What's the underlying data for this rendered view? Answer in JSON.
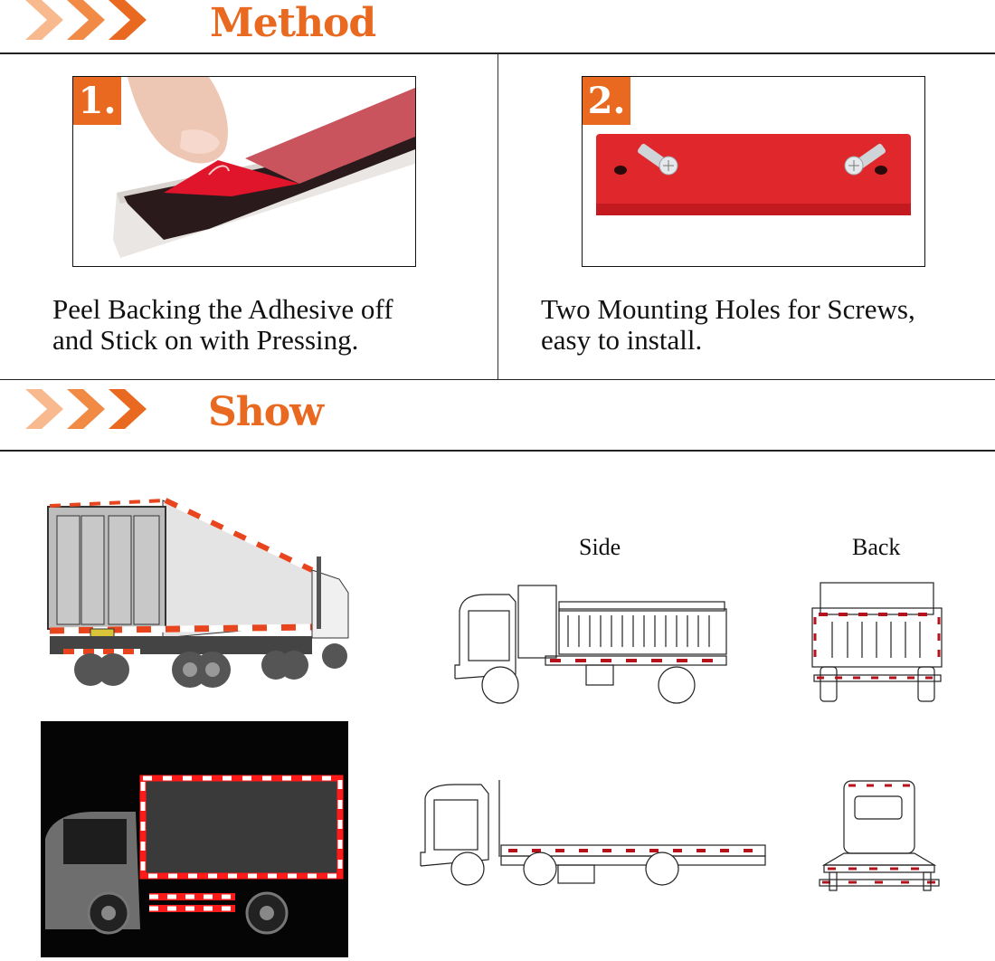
{
  "sections": {
    "method": {
      "title": "Method",
      "steps": [
        {
          "number": "1.",
          "image": "peeling-adhesive-backing-photo",
          "caption_line1": "Peel Backing the Adhesive off",
          "caption_line2": "and Stick on with Pressing."
        },
        {
          "number": "2.",
          "image": "red-reflector-with-screws-photo",
          "caption_line1": "Two Mounting Holes for Screws,",
          "caption_line2": "easy to install."
        }
      ]
    },
    "show": {
      "title": "Show",
      "views": {
        "side_label": "Side",
        "back_label": "Back"
      },
      "images": [
        "semi-trailer-with-reflectors-illustration",
        "box-truck-reflective-tape-at-night-photo",
        "dump-truck-side-diagram",
        "dump-truck-back-diagram",
        "flatbed-truck-side-diagram",
        "flatbed-truck-back-diagram"
      ]
    }
  },
  "colors": {
    "accent": "#e8691f",
    "chevron_light": "#f9b98f",
    "chevron_mid": "#f08a45",
    "chevron_dark": "#e8691f",
    "reflector_red": "#d81a1a",
    "diagram_red": "#b5121b"
  }
}
